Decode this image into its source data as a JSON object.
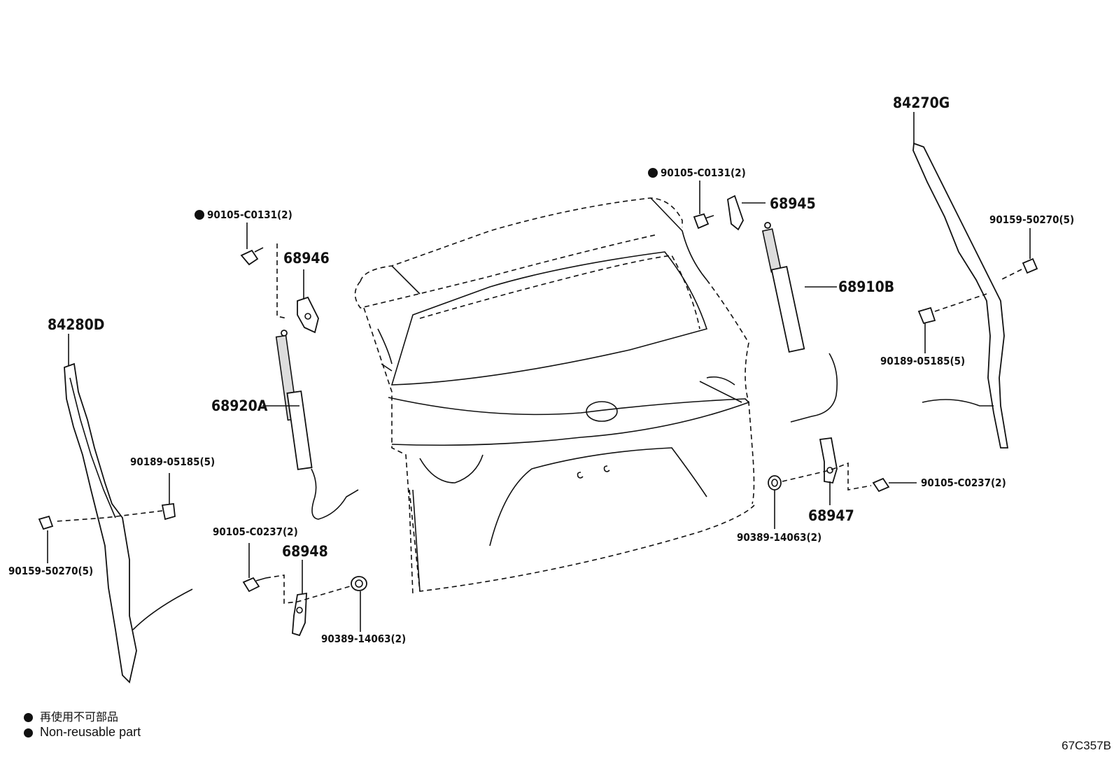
{
  "labels": {
    "p84270G": "84270G",
    "p84280D": "84280D",
    "p68946": "68946",
    "p68945": "68945",
    "p68910B": "68910B",
    "p68920A": "68920A",
    "p68948": "68948",
    "p68947": "68947",
    "bolt_left_top": "90105-C0131(2)",
    "bolt_center_top": "90105-C0131(2)",
    "screw_right": "90159-50270(5)",
    "screw_left": "90159-50270(5)",
    "clip_right": "90189-05185(5)",
    "clip_left": "90189-05185(5)",
    "bolt_left_bottom": "90105-C0237(2)",
    "bolt_right_bottom": "90105-C0237(2)",
    "washer_left": "90389-14063(2)",
    "washer_right": "90389-14063(2)"
  },
  "legend": {
    "line_jp": "再使用不可部品",
    "line_en": "Non-reusable part"
  },
  "diagram_code": "67C357B"
}
